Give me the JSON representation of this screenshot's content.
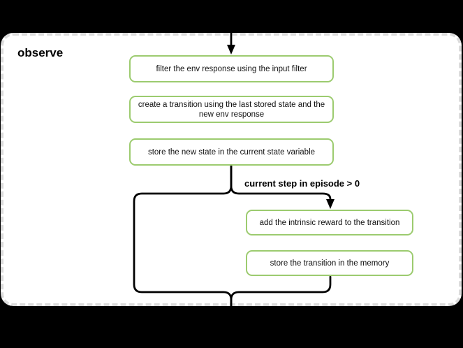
{
  "diagram": {
    "title": "observe",
    "nodes": [
      {
        "id": "filter-env-response",
        "label": "filter the env response using the input filter"
      },
      {
        "id": "create-transition",
        "label": "create a transition using the last stored state and the new env response"
      },
      {
        "id": "store-new-state",
        "label": "store the new state in the current state variable"
      },
      {
        "id": "add-intrinsic-reward",
        "label": "add the intrinsic reward to the transition"
      },
      {
        "id": "store-transition",
        "label": "store the transition in the memory"
      }
    ],
    "edges": {
      "condition_label": "current step in episode > 0"
    },
    "colors": {
      "node_border": "#9ccb6f",
      "node_fill": "#ffffff",
      "edge_stroke": "#000000",
      "card_border": "#dcdcdc",
      "card_fill": "#ffffff",
      "page_background": "#000000",
      "text": "#111111"
    }
  }
}
